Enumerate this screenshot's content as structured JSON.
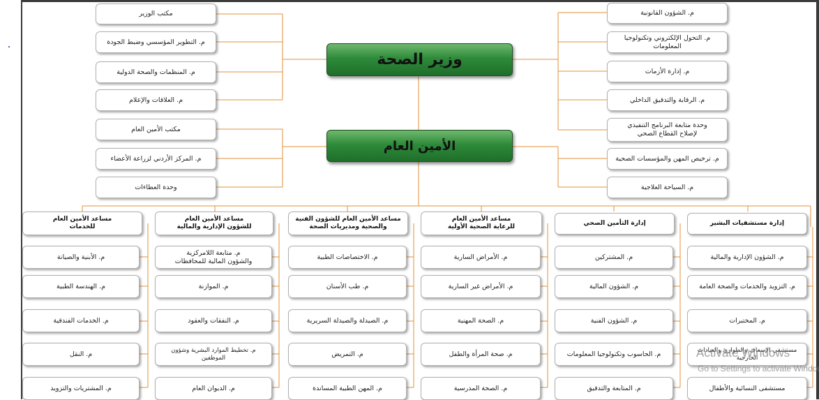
{
  "minister": "وزير الصحة",
  "secretary_general": "الأمين العام",
  "minister_left": [
    "مكتب الوزير",
    "م. التطوير المؤسسي وضبط الجودة",
    "م. المنظمات والصحة الدولية",
    "م. العلاقات والإعلام"
  ],
  "minister_right": [
    "م. الشؤون القانونية",
    "م. التحول الإلكتروني وتكنولوجيا المعلومات",
    "م. إدارة الأزمات",
    "م. الرقابة والتدقيق الداخلي",
    "وحدة متابعة البرنامج التنفيذي\nلإصلاح القطاع الصحي"
  ],
  "sg_left": [
    "مكتب الأمين العام",
    "م. المركز الأردني لزراعة الأعضاء",
    "وحدة العطاءات"
  ],
  "sg_right": [
    "م. ترخيص المهن والمؤسسات الصحية",
    "م. السياحة العلاجية"
  ],
  "columns": [
    {
      "header": "مساعد الأمين العام\nللخدمات",
      "items": [
        "م. الأبنية والصيانة",
        "م. الهندسة الطبية",
        "م. الخدمات الفندقية",
        "م. النقل",
        "م. المشتريات والتزويد"
      ]
    },
    {
      "header": "مساعد الأمين العام\nللشؤون الإدارية والمالية",
      "items": [
        "م. متابعة اللامركزية\nوالشؤون المالية للمحافظات",
        "م. الموازنة",
        "م. النفقات والعقود",
        "م. تخطيط الموارد البشرية وشؤون الموظفين",
        "م. الديوان العام"
      ]
    },
    {
      "header": "مساعد الأمين العام للشؤون الفنية\nوالصحية ومديريات الصحة",
      "items": [
        "م. الاختصاصات الطبية",
        "م. طب الأسنان",
        "م. الصيدلة والصيدلة السريرية",
        "م. التمريض",
        "م. المهن الطبية المساندة"
      ]
    },
    {
      "header": "مساعد الأمين العام\nللرعاية الصحية الأولية",
      "items": [
        "م. الأمراض السارية",
        "م. الأمراض غير السارية",
        "م. الصحة المهنية",
        "م. صحة المرأة والطفل",
        "م. الصحة المدرسية"
      ]
    },
    {
      "header": "إدارة التأمين الصحي",
      "items": [
        "م. المشتركين",
        "م. الشؤون المالية",
        "م. الشؤون الفنية",
        "م. الحاسوب وتكنولوجيا المعلومات",
        "م. المتابعة والتدقيق"
      ]
    },
    {
      "header": "إدارة مستشفيات البشير",
      "items": [
        "م. الشؤون الإدارية والمالية",
        "م. التزويد والخدمات والصحة العامة",
        "م. المختبرات",
        "مستشفى الإسعاف والطوارئ والعيادات\nالخارجية",
        "مستشفى النسائية والأطفال"
      ]
    }
  ],
  "watermark": {
    "title": "Activate Windows",
    "subtitle": "Go to Settings to activate Windows."
  }
}
